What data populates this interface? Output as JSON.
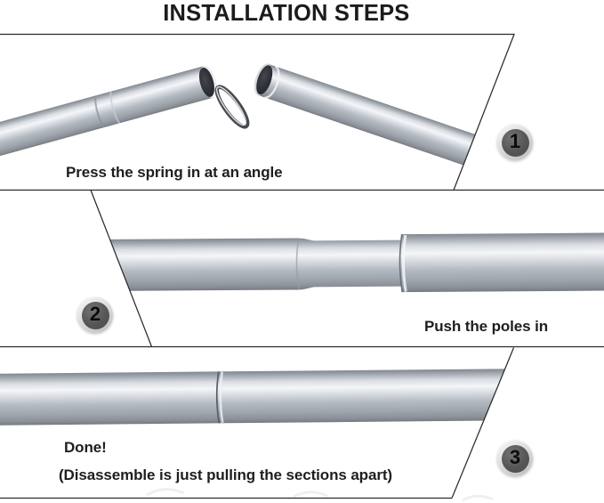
{
  "title": "INSTALLATION STEPS",
  "colors": {
    "background": "#ffffff",
    "divider_line": "#2b2b2b",
    "text": "#1e1e1e",
    "badge_ring": "#dcdcdc",
    "badge_disc": "#565656",
    "badge_number": "#0c0c0c",
    "pole_silver_light": "#f4f6f8",
    "pole_silver_mid": "#b4bac2",
    "pole_silver_dark": "#82878f",
    "pole_opening_dark": "#2a2d32"
  },
  "steps": [
    {
      "number": "1",
      "caption": "Press the spring in at an angle",
      "illustration": "two separated pole sections, spring clip protruding from open end, held at an angle"
    },
    {
      "number": "2",
      "caption": "Push the poles in",
      "illustration": "swaged pole end being pushed into receiving pole"
    },
    {
      "number": "3",
      "caption": "Done!",
      "subcaption": "(Disassemble is just pulling the sections apart)",
      "illustration": "fully assembled pole with joint seam"
    }
  ]
}
